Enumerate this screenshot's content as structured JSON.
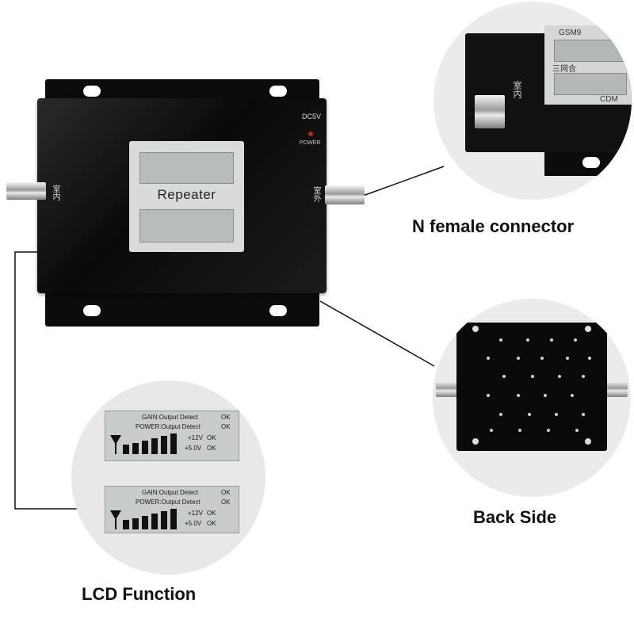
{
  "device": {
    "lcd_label": "Repeater",
    "dc_label": "DC5V",
    "power_label": "POWER",
    "indoor_label": "室内",
    "outdoor_label": "室外"
  },
  "callouts": {
    "connector": {
      "label": "N female connector",
      "panel_text_1": "GSM9",
      "panel_text_2": "三网合",
      "panel_text_3": "CDM",
      "port_label": "室内"
    },
    "back": {
      "label": "Back Side"
    },
    "lcd": {
      "label": "LCD Function",
      "panels": [
        {
          "gain": "GAIN:Output Detect",
          "gain_ok": "OK",
          "power": "POWER:Output Detect",
          "power_ok": "OK",
          "v12": "+12V",
          "v12_ok": "OK",
          "v5": "+5.0V",
          "v5_ok": "OK"
        },
        {
          "gain": "GAIN:Output Detect",
          "gain_ok": "OK",
          "power": "POWER:Output Detect",
          "power_ok": "OK",
          "v12": "+12V",
          "v12_ok": "OK",
          "v5": "+5.0V",
          "v5_ok": "OK"
        }
      ]
    }
  },
  "colors": {
    "device_body": "#0c0c0c",
    "lcd": "#b6bdbc",
    "led": "#c0261b",
    "background": "#ffffff"
  }
}
